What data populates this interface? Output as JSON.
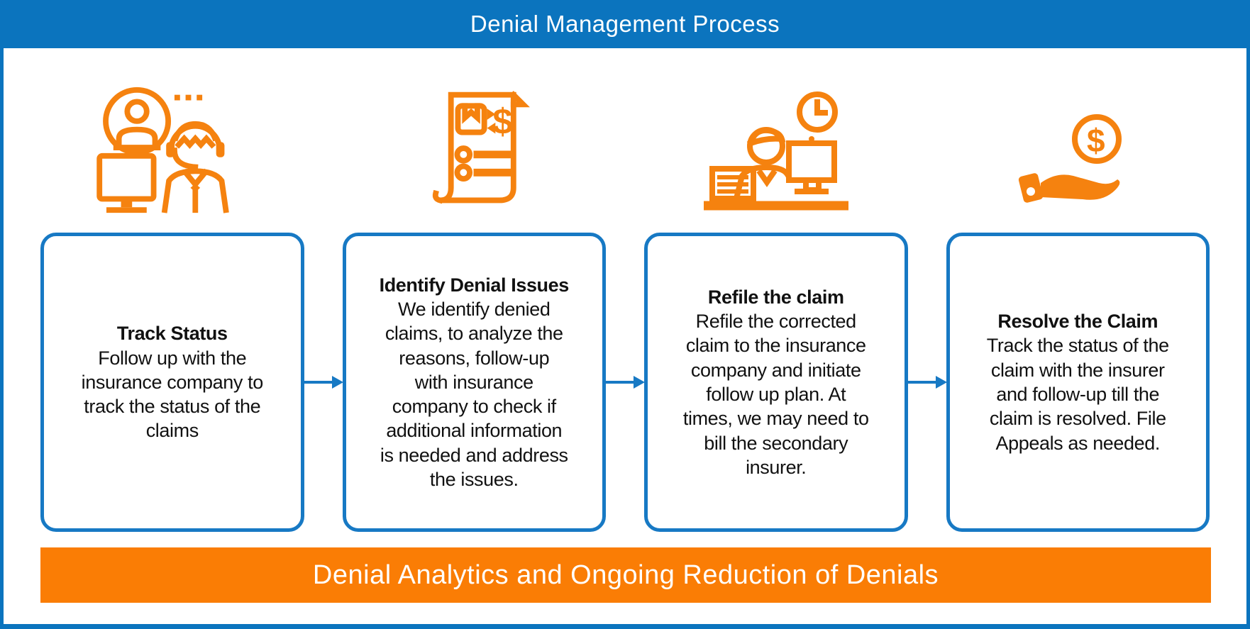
{
  "header": {
    "title": "Denial Management Process"
  },
  "steps": [
    {
      "icon": "support-agent-monitor-icon",
      "title": "Track Status",
      "body": "Follow up with the\ninsurance company to\ntrack the status of the\nclaims"
    },
    {
      "icon": "invoice-document-icon",
      "title": "Identify Denial Issues",
      "body": "We identify denied\nclaims, to analyze the\nreasons, follow-up\nwith insurance\ncompany to check if\nadditional information\nis needed and address\nthe issues."
    },
    {
      "icon": "agent-desk-clock-icon",
      "title": "Refile the claim",
      "body": "Refile the corrected\nclaim to the insurance\ncompany and initiate\nfollow up plan. At\ntimes, we may need to\nbill the secondary\ninsurer."
    },
    {
      "icon": "hand-coin-icon",
      "title": "Resolve the Claim",
      "body": "Track the status of the\nclaim with the insurer\nand follow-up till the\nclaim is resolved. File\nAppeals as needed."
    }
  ],
  "banner": {
    "label": "Denial Analytics and Ongoing Reduction of Denials"
  },
  "colors": {
    "header_blue": "#0b74be",
    "box_border_blue": "#1779c4",
    "banner_orange": "#fa7d05",
    "icon_orange": "#f5820f",
    "text_black": "#111111",
    "text_white": "#ffffff"
  }
}
